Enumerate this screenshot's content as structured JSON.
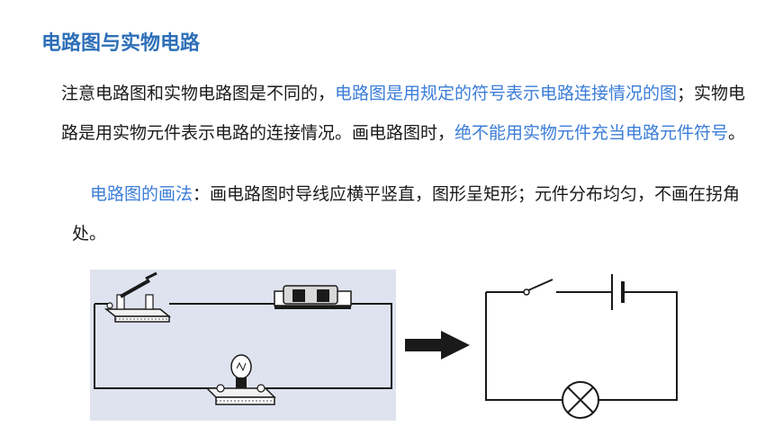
{
  "title": "电路图与实物电路",
  "para1": {
    "t1": "注意电路图和实物电路图是不同的，",
    "t2_blue": "电路图是用规定的符号表示电路连接情况的图",
    "t3": "；实物电路是用实物元件表示电路的连接情况。画电路图时，",
    "t4_blue": "绝不能用实物元件充当电路元件符号",
    "t5": "。"
  },
  "para2": {
    "t1_blue": "电路图的画法",
    "t2": "：画电路图时导线应横平竖直，图形呈矩形；元件分布均匀，不画在拐角处。"
  },
  "figure": {
    "left_panel_bg": "#dfe3ef",
    "arrow_color": "#1a1a1a",
    "wire_color": "#1a1a1a"
  }
}
